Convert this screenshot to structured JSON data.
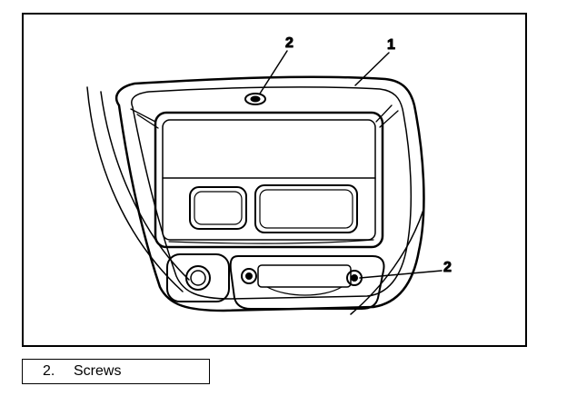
{
  "callouts": {
    "top_screw": "2",
    "bezel": "1",
    "lower_screw": "2"
  },
  "legend": {
    "number": "2.",
    "label": "Screws"
  }
}
